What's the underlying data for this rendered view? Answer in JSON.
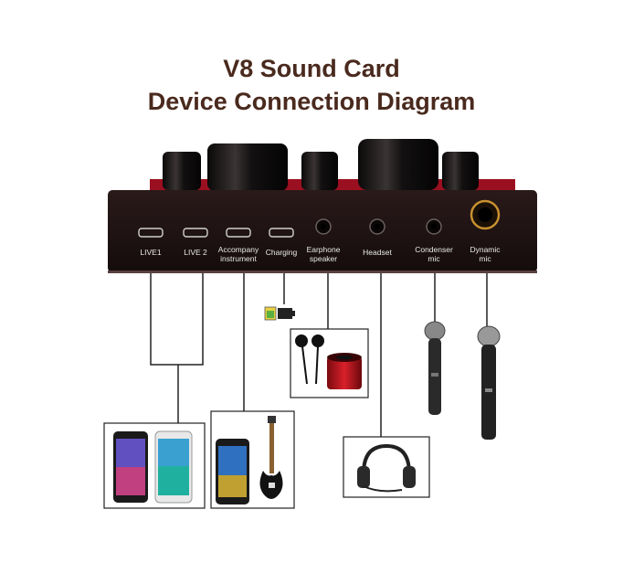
{
  "title": {
    "line1": "V8 Sound Card",
    "line2": "Device Connection Diagram"
  },
  "ports": [
    {
      "lines": [
        "LIVE1"
      ]
    },
    {
      "lines": [
        "LIVE 2"
      ]
    },
    {
      "lines": [
        "Accompany",
        "instrument"
      ]
    },
    {
      "lines": [
        "Charging"
      ]
    },
    {
      "lines": [
        "Earphone",
        "speaker"
      ]
    },
    {
      "lines": [
        "Headset"
      ]
    },
    {
      "lines": [
        "Condenser",
        "mic"
      ]
    },
    {
      "lines": [
        "Dynamic",
        "mic"
      ]
    }
  ],
  "colors": {
    "title": "#4a2a1e",
    "device": "#1c1212",
    "knob": "#141010",
    "accent": "#c0182a"
  },
  "icons": [
    "smartphone-icon",
    "guitar-icon",
    "earphones-icon",
    "bluetooth-speaker-icon",
    "headset-icon",
    "microphone-icon",
    "battery-icon"
  ]
}
